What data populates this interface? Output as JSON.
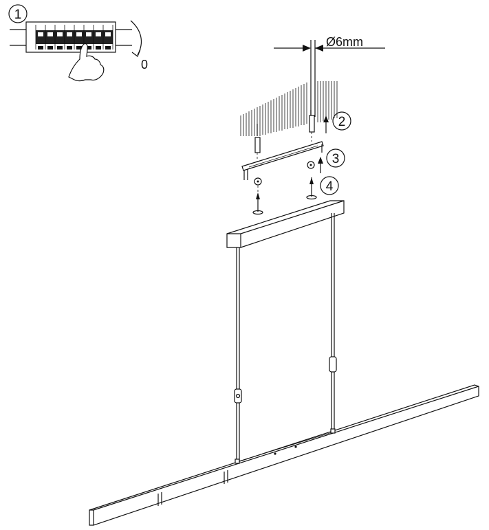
{
  "steps": [
    {
      "number": "1"
    },
    {
      "number": "2"
    },
    {
      "number": "3"
    },
    {
      "number": "4"
    }
  ],
  "breaker": {
    "off_label": "0"
  },
  "drill": {
    "diameter_label": "Ø6mm"
  }
}
